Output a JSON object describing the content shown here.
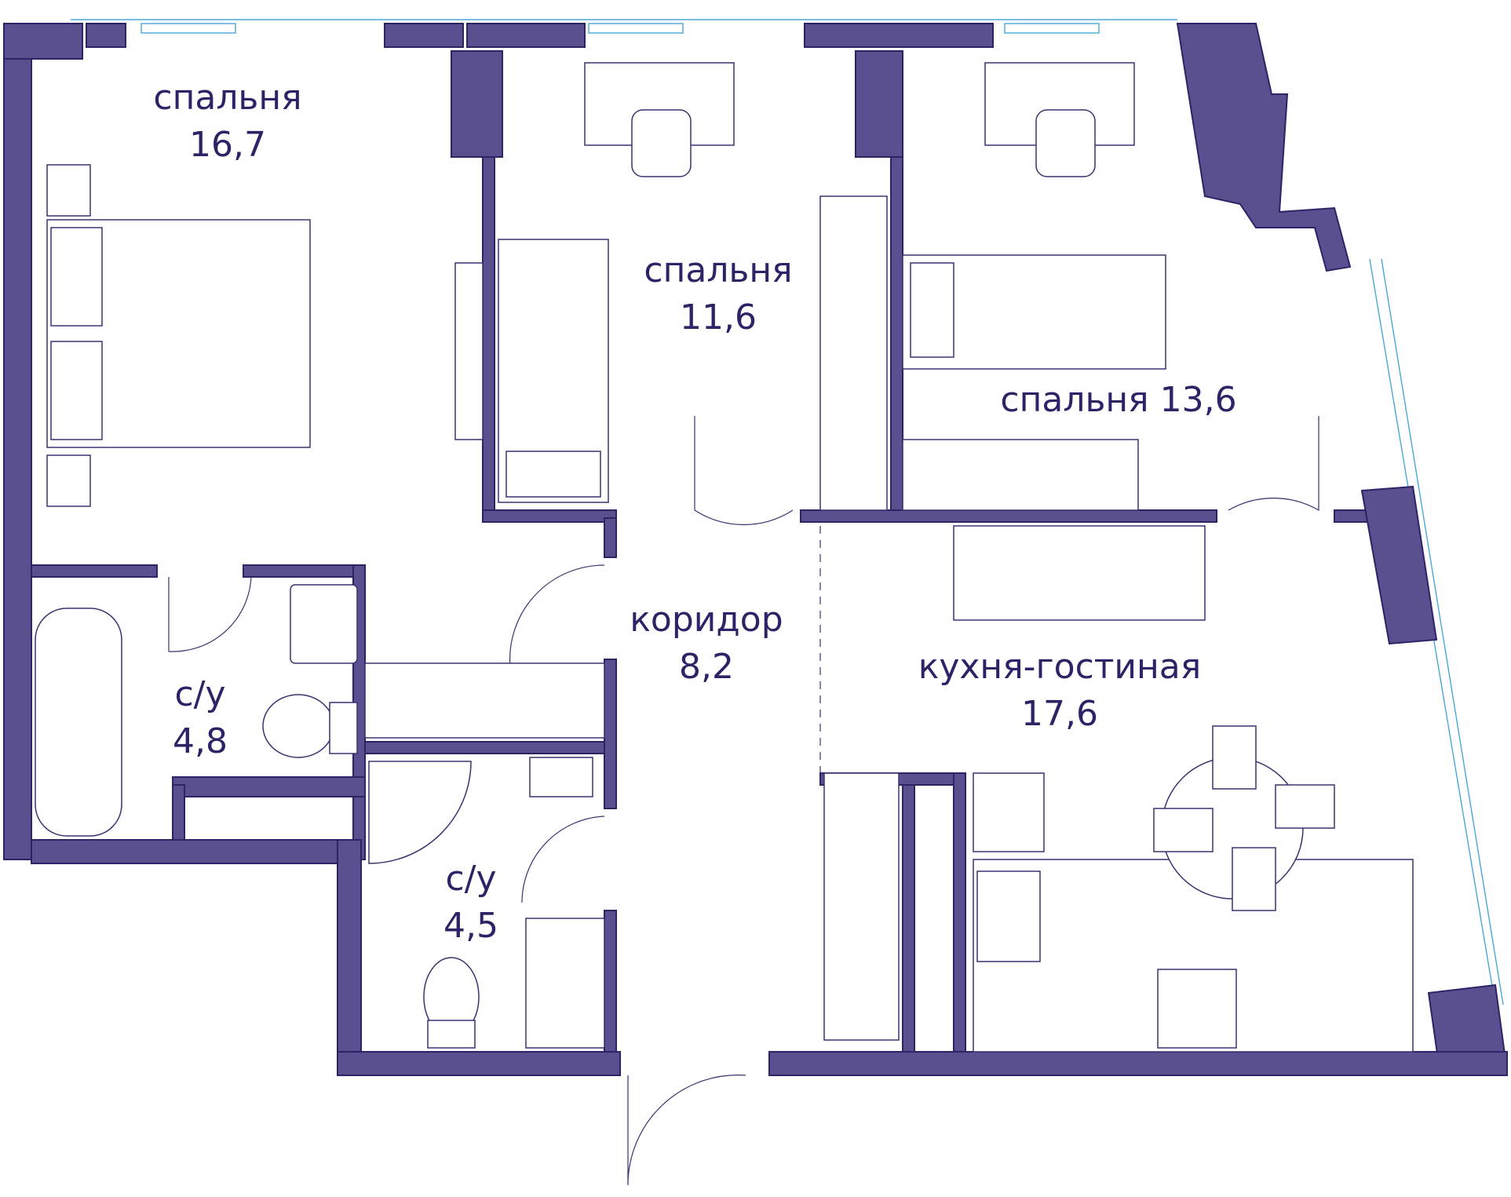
{
  "colors": {
    "wall_fill": "#5a4f8f",
    "wall_stroke": "#2c2466",
    "text": "#2c2466",
    "glass": "#4aa8d8",
    "background": "#ffffff"
  },
  "rooms": {
    "bedroom_1": {
      "name": "спальня",
      "area": "16,7"
    },
    "bedroom_2": {
      "name": "спальня",
      "area": "11,6"
    },
    "bedroom_3": {
      "name": "спальня 13,6"
    },
    "corridor": {
      "name": "коридор",
      "area": "8,2"
    },
    "bathroom_1": {
      "name": "с/у",
      "area": "4,8"
    },
    "bathroom_2": {
      "name": "с/у",
      "area": "4,5"
    },
    "kitchen_living": {
      "name": "кухня-гостиная",
      "area": "17,6"
    }
  }
}
